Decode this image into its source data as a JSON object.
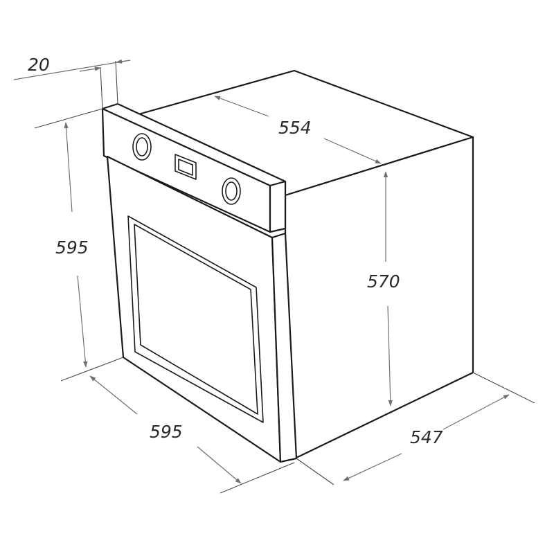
{
  "dimensions": {
    "panel_thickness": "20",
    "body_width": "554",
    "front_height": "595",
    "body_height": "570",
    "front_width": "595",
    "body_depth": "547"
  },
  "colors": {
    "line": "#1a1a1a",
    "dimension": "#6f6f6f"
  }
}
